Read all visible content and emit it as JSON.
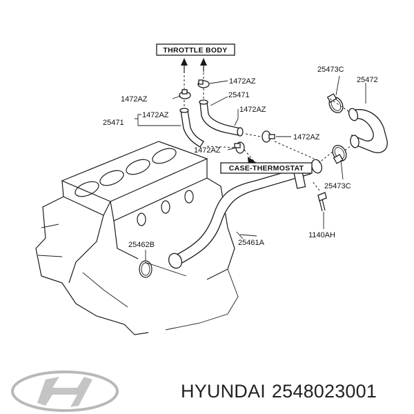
{
  "diagram": {
    "boxes": {
      "throttle_body": "THROTTLE BODY",
      "case_thermostat": "CASE-THERMOSTAT"
    },
    "labels": {
      "clamp_top_right": "1472AZ",
      "clamp_top_left": "1472AZ",
      "hose_upper": "25471",
      "clamp_mid_right": "1472AZ",
      "hose_left": "25471",
      "clamp_mid_left": "1472AZ",
      "clamp_right_lower": "1472AZ",
      "clamp_bottom_left": "1472AZ",
      "clamp_big_top": "25473C",
      "hose_big": "25472",
      "clamp_big_bottom": "25473C",
      "bolt": "1140AH",
      "pipe": "25461A",
      "oring": "25462B"
    }
  },
  "footer": {
    "brand": "HYUNDAI",
    "part_number": "2548023001"
  },
  "logo": {
    "icon": "hyundai-logo-icon"
  }
}
